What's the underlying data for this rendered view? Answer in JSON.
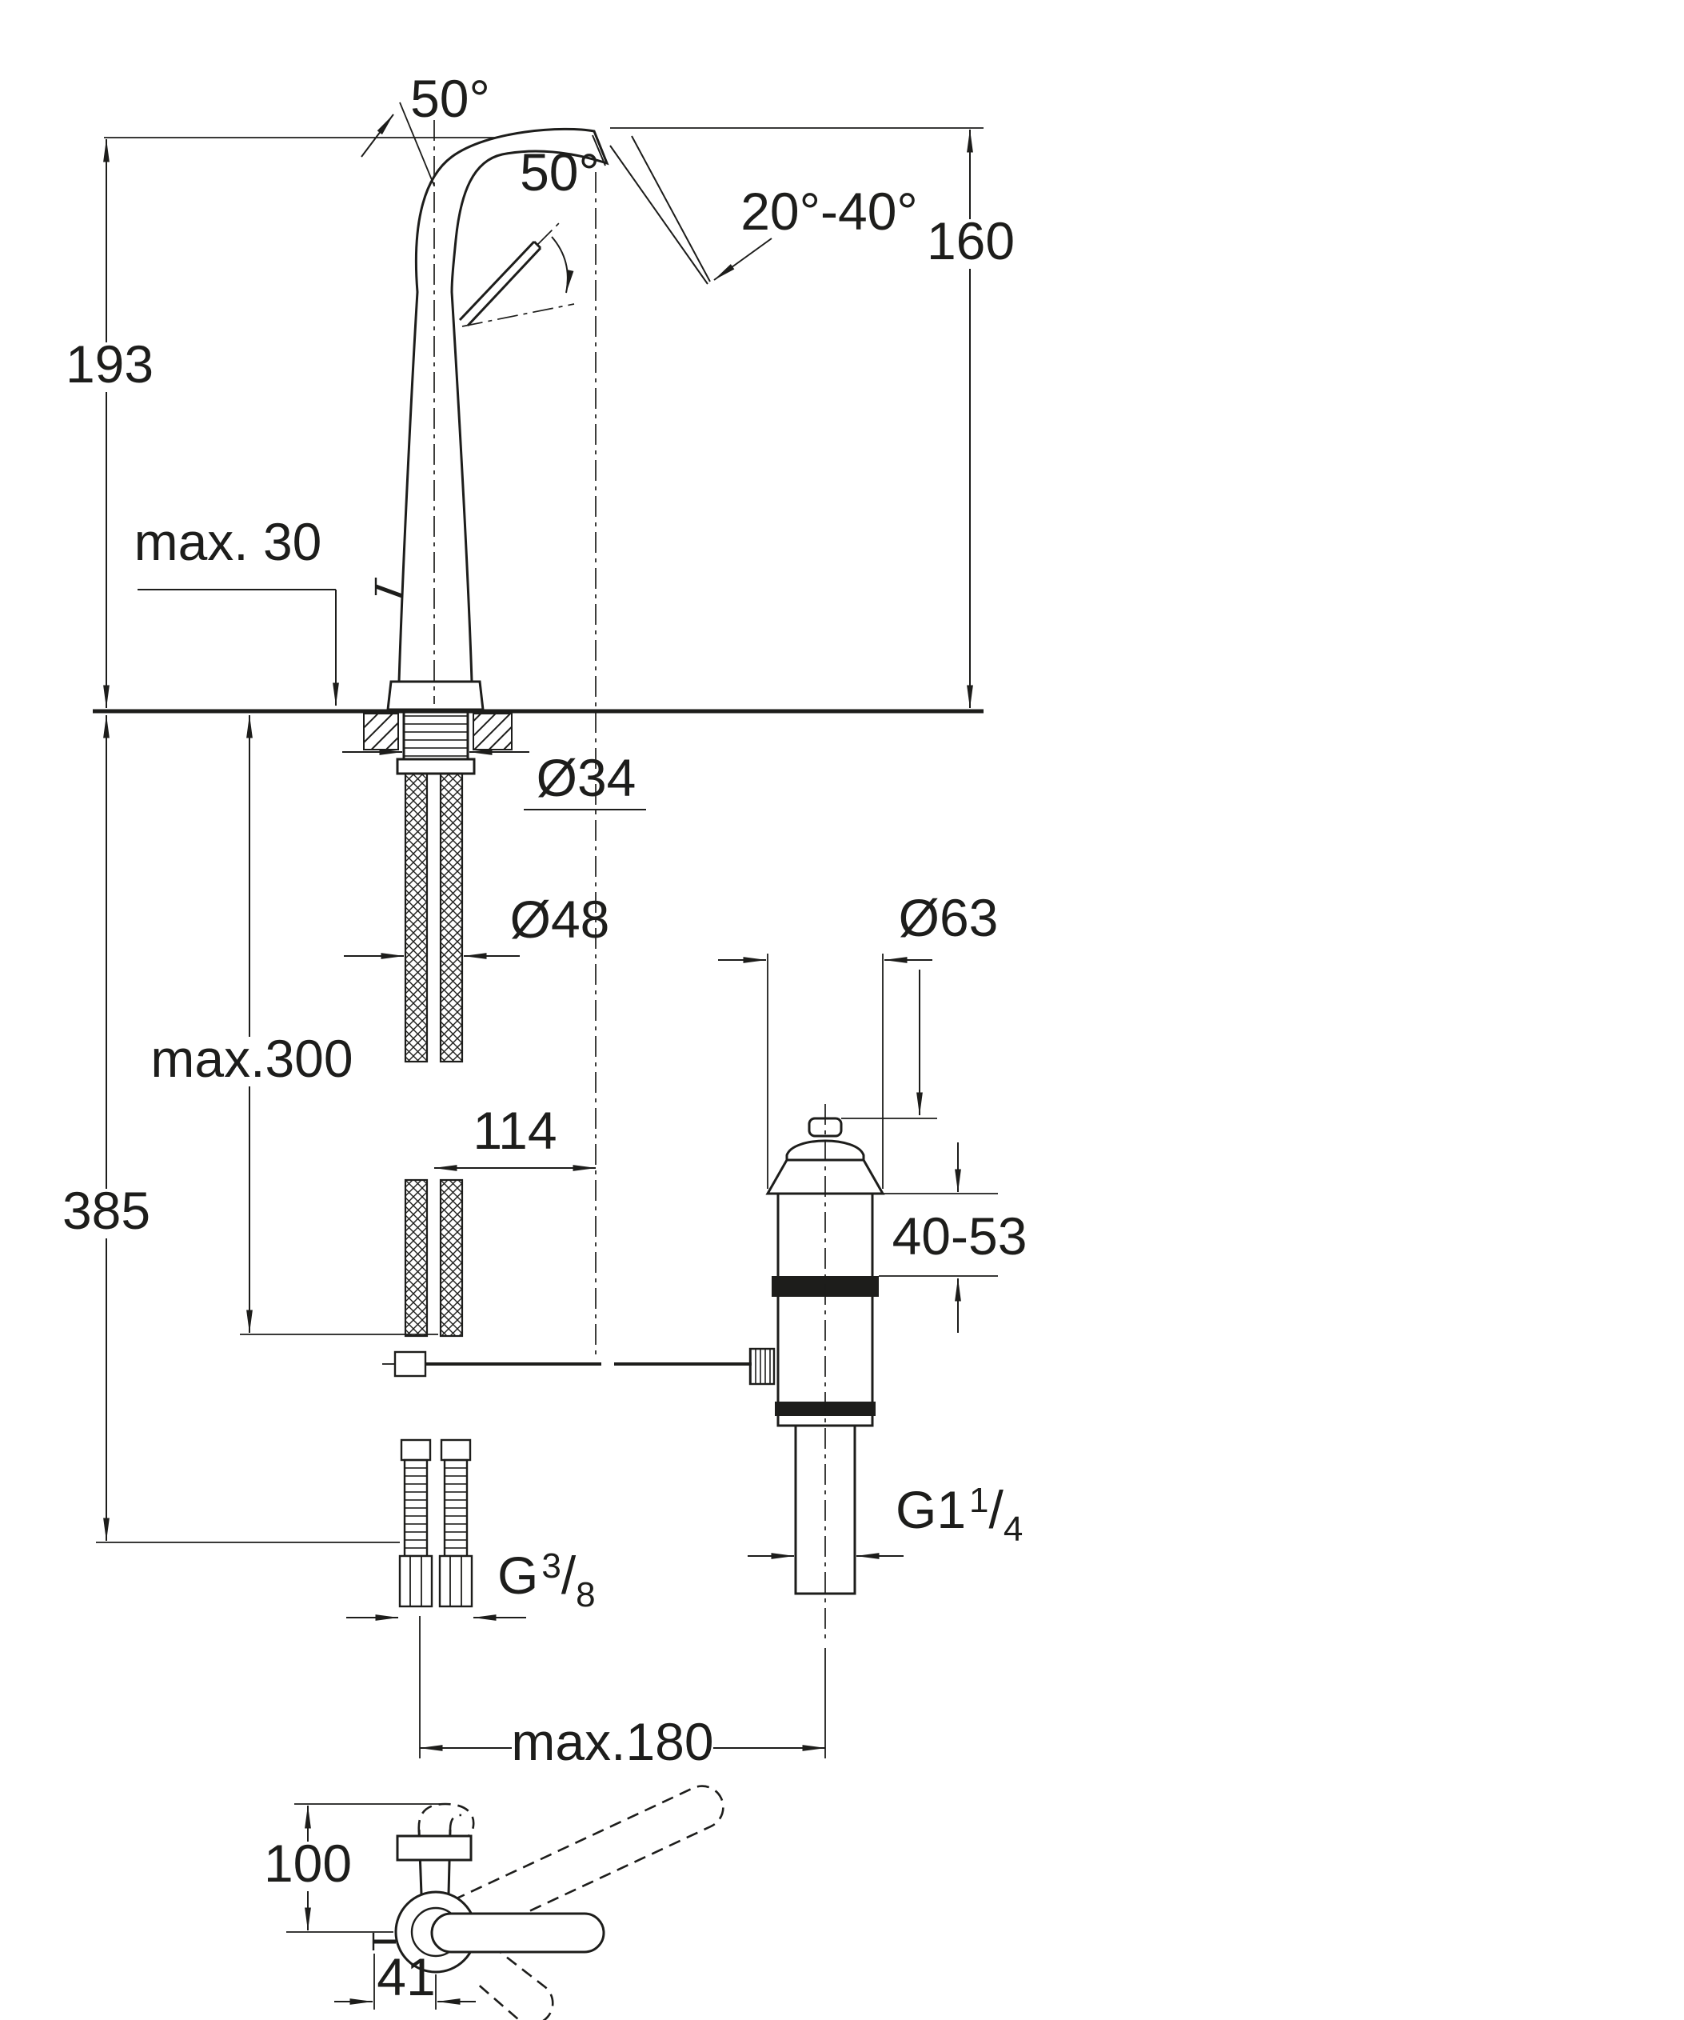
{
  "drawing": {
    "type": "technical-installation-diagram",
    "subject": "single-lever basin mixer with pop-up waste",
    "colors": {
      "line_color": "#1d1d1b",
      "background": "#ffffff"
    },
    "labels": {
      "dim_193": "193",
      "dim_max30": "max. 30",
      "angle_spout": "50°",
      "angle_lever": "50°",
      "angle_range": "20°-40°",
      "dim_160": "160",
      "dia_34": "Ø34",
      "dia_48": "Ø48",
      "dim_max300": "max.300",
      "dim_385": "385",
      "dim_114": "114",
      "dia_63": "Ø63",
      "dim_40_53": "40-53",
      "thread_g38": {
        "prefix": "G",
        "sup": "3",
        "slash": "/",
        "sub": "8"
      },
      "thread_g114": {
        "prefix": "G1",
        "sup": "1",
        "slash": "/",
        "sub": "4"
      },
      "dim_max180": "max.180",
      "dim_100": "100",
      "dim_41": "41"
    }
  }
}
